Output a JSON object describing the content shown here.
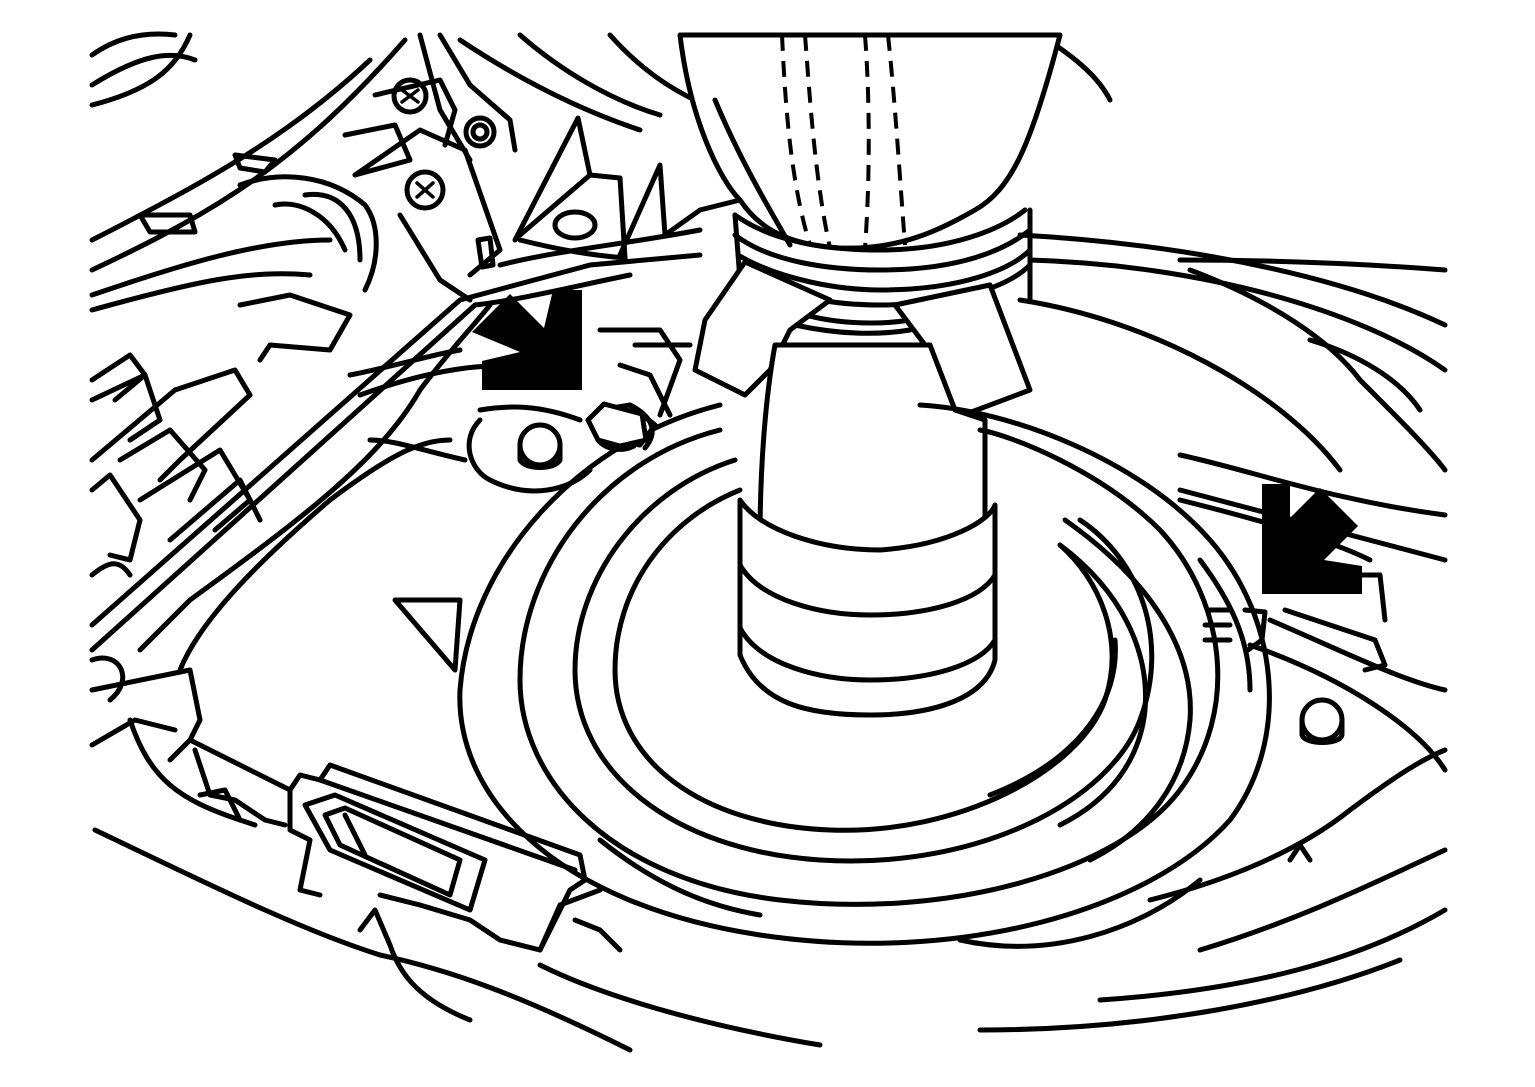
{
  "diagram": {
    "style": "black line art on white",
    "colors": {
      "line": "#000000",
      "background": "#ffffff"
    },
    "callouts": [
      {
        "id": "arrow-left",
        "direction": "down-right"
      },
      {
        "id": "arrow-right",
        "direction": "down-left"
      }
    ]
  }
}
